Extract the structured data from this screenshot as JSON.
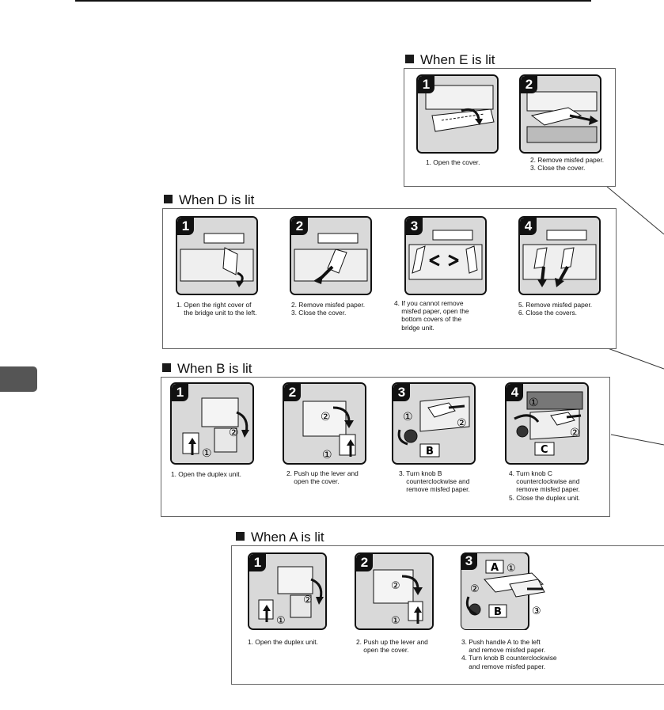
{
  "sections": {
    "e": {
      "heading": "When E is lit",
      "steps": [
        {
          "num": "1",
          "caption": [
            "1. Open the cover."
          ]
        },
        {
          "num": "2",
          "caption": [
            "2. Remove misfed paper.",
            "3. Close the cover."
          ]
        }
      ]
    },
    "d": {
      "heading": "When D is lit",
      "steps": [
        {
          "num": "1",
          "caption": [
            "1. Open the right cover of",
            "    the bridge unit to the left."
          ]
        },
        {
          "num": "2",
          "caption": [
            "2. Remove misfed paper.",
            "3. Close the cover."
          ]
        },
        {
          "num": "3",
          "caption": [
            "4. If you cannot remove",
            "    misfed paper, open the",
            "    bottom covers of the",
            "    bridge unit."
          ]
        },
        {
          "num": "4",
          "caption": [
            "5. Remove misfed paper.",
            "6. Close the covers."
          ]
        }
      ]
    },
    "b": {
      "heading": "When B is lit",
      "steps": [
        {
          "num": "1",
          "caption": [
            "1. Open the duplex unit."
          ]
        },
        {
          "num": "2",
          "caption": [
            "2. Push up the lever and",
            "    open the cover."
          ]
        },
        {
          "num": "3",
          "caption": [
            "3. Turn knob B",
            "    counterclockwise and",
            "    remove misfed paper."
          ]
        },
        {
          "num": "4",
          "caption": [
            "4. Turn knob C",
            "    counterclockwise and",
            "    remove misfed paper.",
            "5. Close the duplex unit."
          ]
        }
      ]
    },
    "a": {
      "heading": "When A is lit",
      "steps": [
        {
          "num": "1",
          "caption": [
            "1. Open the duplex unit."
          ]
        },
        {
          "num": "2",
          "caption": [
            "2. Push up the lever and",
            "    open the cover."
          ]
        },
        {
          "num": "3",
          "caption": [
            "3. Push handle A to the left",
            "    and remove misfed paper.",
            "4. Turn knob B counterclockwise",
            "    and remove misfed paper."
          ]
        }
      ]
    }
  },
  "illustration_markers": {
    "circled_1": "①",
    "circled_2": "②",
    "circled_3": "③",
    "knob_b": "B",
    "knob_c": "C",
    "handle_a": "A"
  }
}
